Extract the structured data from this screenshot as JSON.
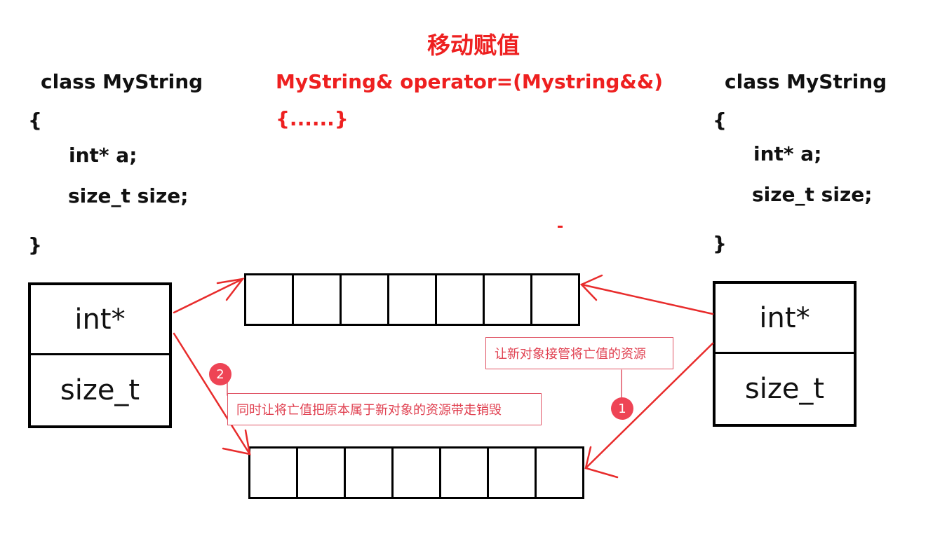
{
  "title": "移动赋值",
  "signature": "MyString& operator=(Mystring&&)",
  "body": "{......}",
  "left_class": {
    "header": "class MyString",
    "open": "{",
    "member1": "int* a;",
    "member2": "size_t size;",
    "close": "}"
  },
  "right_class": {
    "header": "class MyString",
    "open": "{",
    "member1": "int* a;",
    "member2": "size_t size;",
    "close": "}"
  },
  "left_object": {
    "field1": "int*",
    "field2": "size_t"
  },
  "right_object": {
    "field1": "int*",
    "field2": "size_t"
  },
  "buffer_cells": 7,
  "annotations": [
    {
      "number": "1",
      "text": "让新对象接管将亡值的资源"
    },
    {
      "number": "2",
      "text": "同时让将亡值把原本属于新对象的资源带走销毁"
    }
  ],
  "colors": {
    "accent": "#ee2020",
    "note": "#e04050",
    "badge": "#ee4455"
  }
}
